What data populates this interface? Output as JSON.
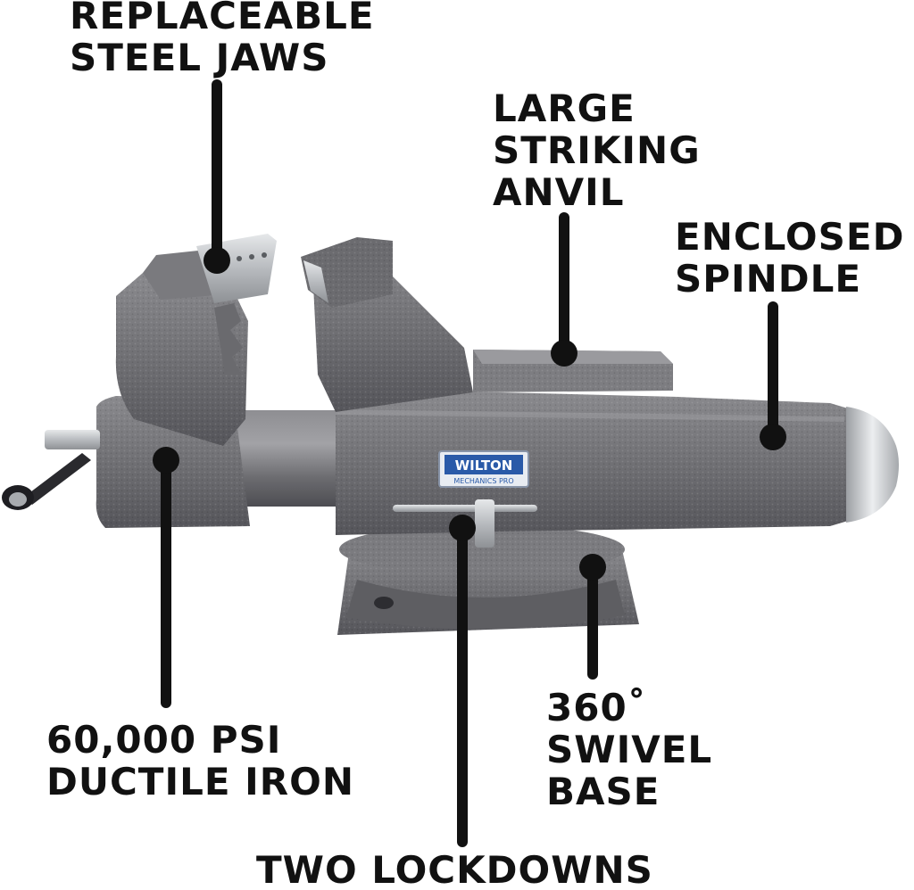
{
  "callouts": {
    "jaws": {
      "lines": [
        "REPLACEABLE",
        "STEEL JAWS"
      ]
    },
    "anvil": {
      "lines": [
        "LARGE",
        "STRIKING",
        "ANVIL"
      ]
    },
    "spindle": {
      "lines": [
        "ENCLOSED",
        "SPINDLE"
      ]
    },
    "iron": {
      "lines": [
        "60,000 PSI",
        "DUCTILE IRON"
      ]
    },
    "swivel": {
      "lines": [
        "360˚",
        "SWIVEL",
        "BASE"
      ]
    },
    "lockdowns": {
      "lines": [
        "TWO LOCKDOWNS"
      ]
    }
  },
  "badge": {
    "brand": "WILTON",
    "model": "MECHANICS PRO"
  },
  "colors": {
    "text": "#111111",
    "leader": "#111111",
    "iron": "#6f6f73",
    "iron_dark": "#4a4a4e",
    "iron_light": "#9a9a9e",
    "steel": "#cfd2d6",
    "badge_blue": "#2a5aa8",
    "background": "#ffffff"
  }
}
